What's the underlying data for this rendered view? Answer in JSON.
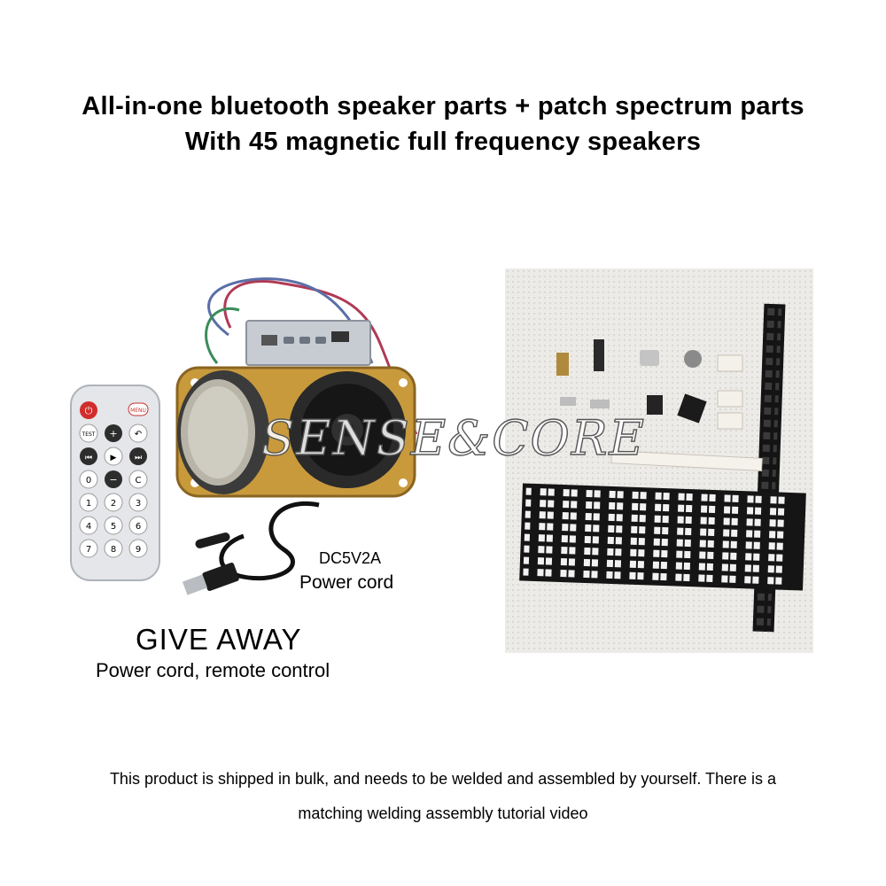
{
  "header": {
    "line1": "All-in-one bluetooth speaker parts + patch spectrum parts",
    "line2": "With 45 magnetic full frequency speakers"
  },
  "left_panel": {
    "power_label_top": "DC5V2A",
    "power_label_bottom": "Power cord",
    "giveaway_title": "GIVE AWAY",
    "giveaway_sub": "Power cord, remote control",
    "remote_buttons": [
      "⏻",
      "MENU",
      "TEST",
      "+",
      "↶",
      "⏮",
      "▶",
      "⏭",
      "0",
      "−",
      "C",
      "1",
      "2",
      "3",
      "4",
      "5",
      "6",
      "7",
      "8",
      "9"
    ]
  },
  "watermark": "SENSE&CORE",
  "footer": {
    "line1": "This product is shipped in bulk, and needs to be welded and assembled by yourself. There is a",
    "line2": "matching welding assembly tutorial video"
  },
  "colors": {
    "background": "#ffffff",
    "remote_body": "#e4e6e9",
    "power_button": "#d22c2c",
    "speaker_frame": "#c89a3c",
    "pcb": "#151515"
  }
}
